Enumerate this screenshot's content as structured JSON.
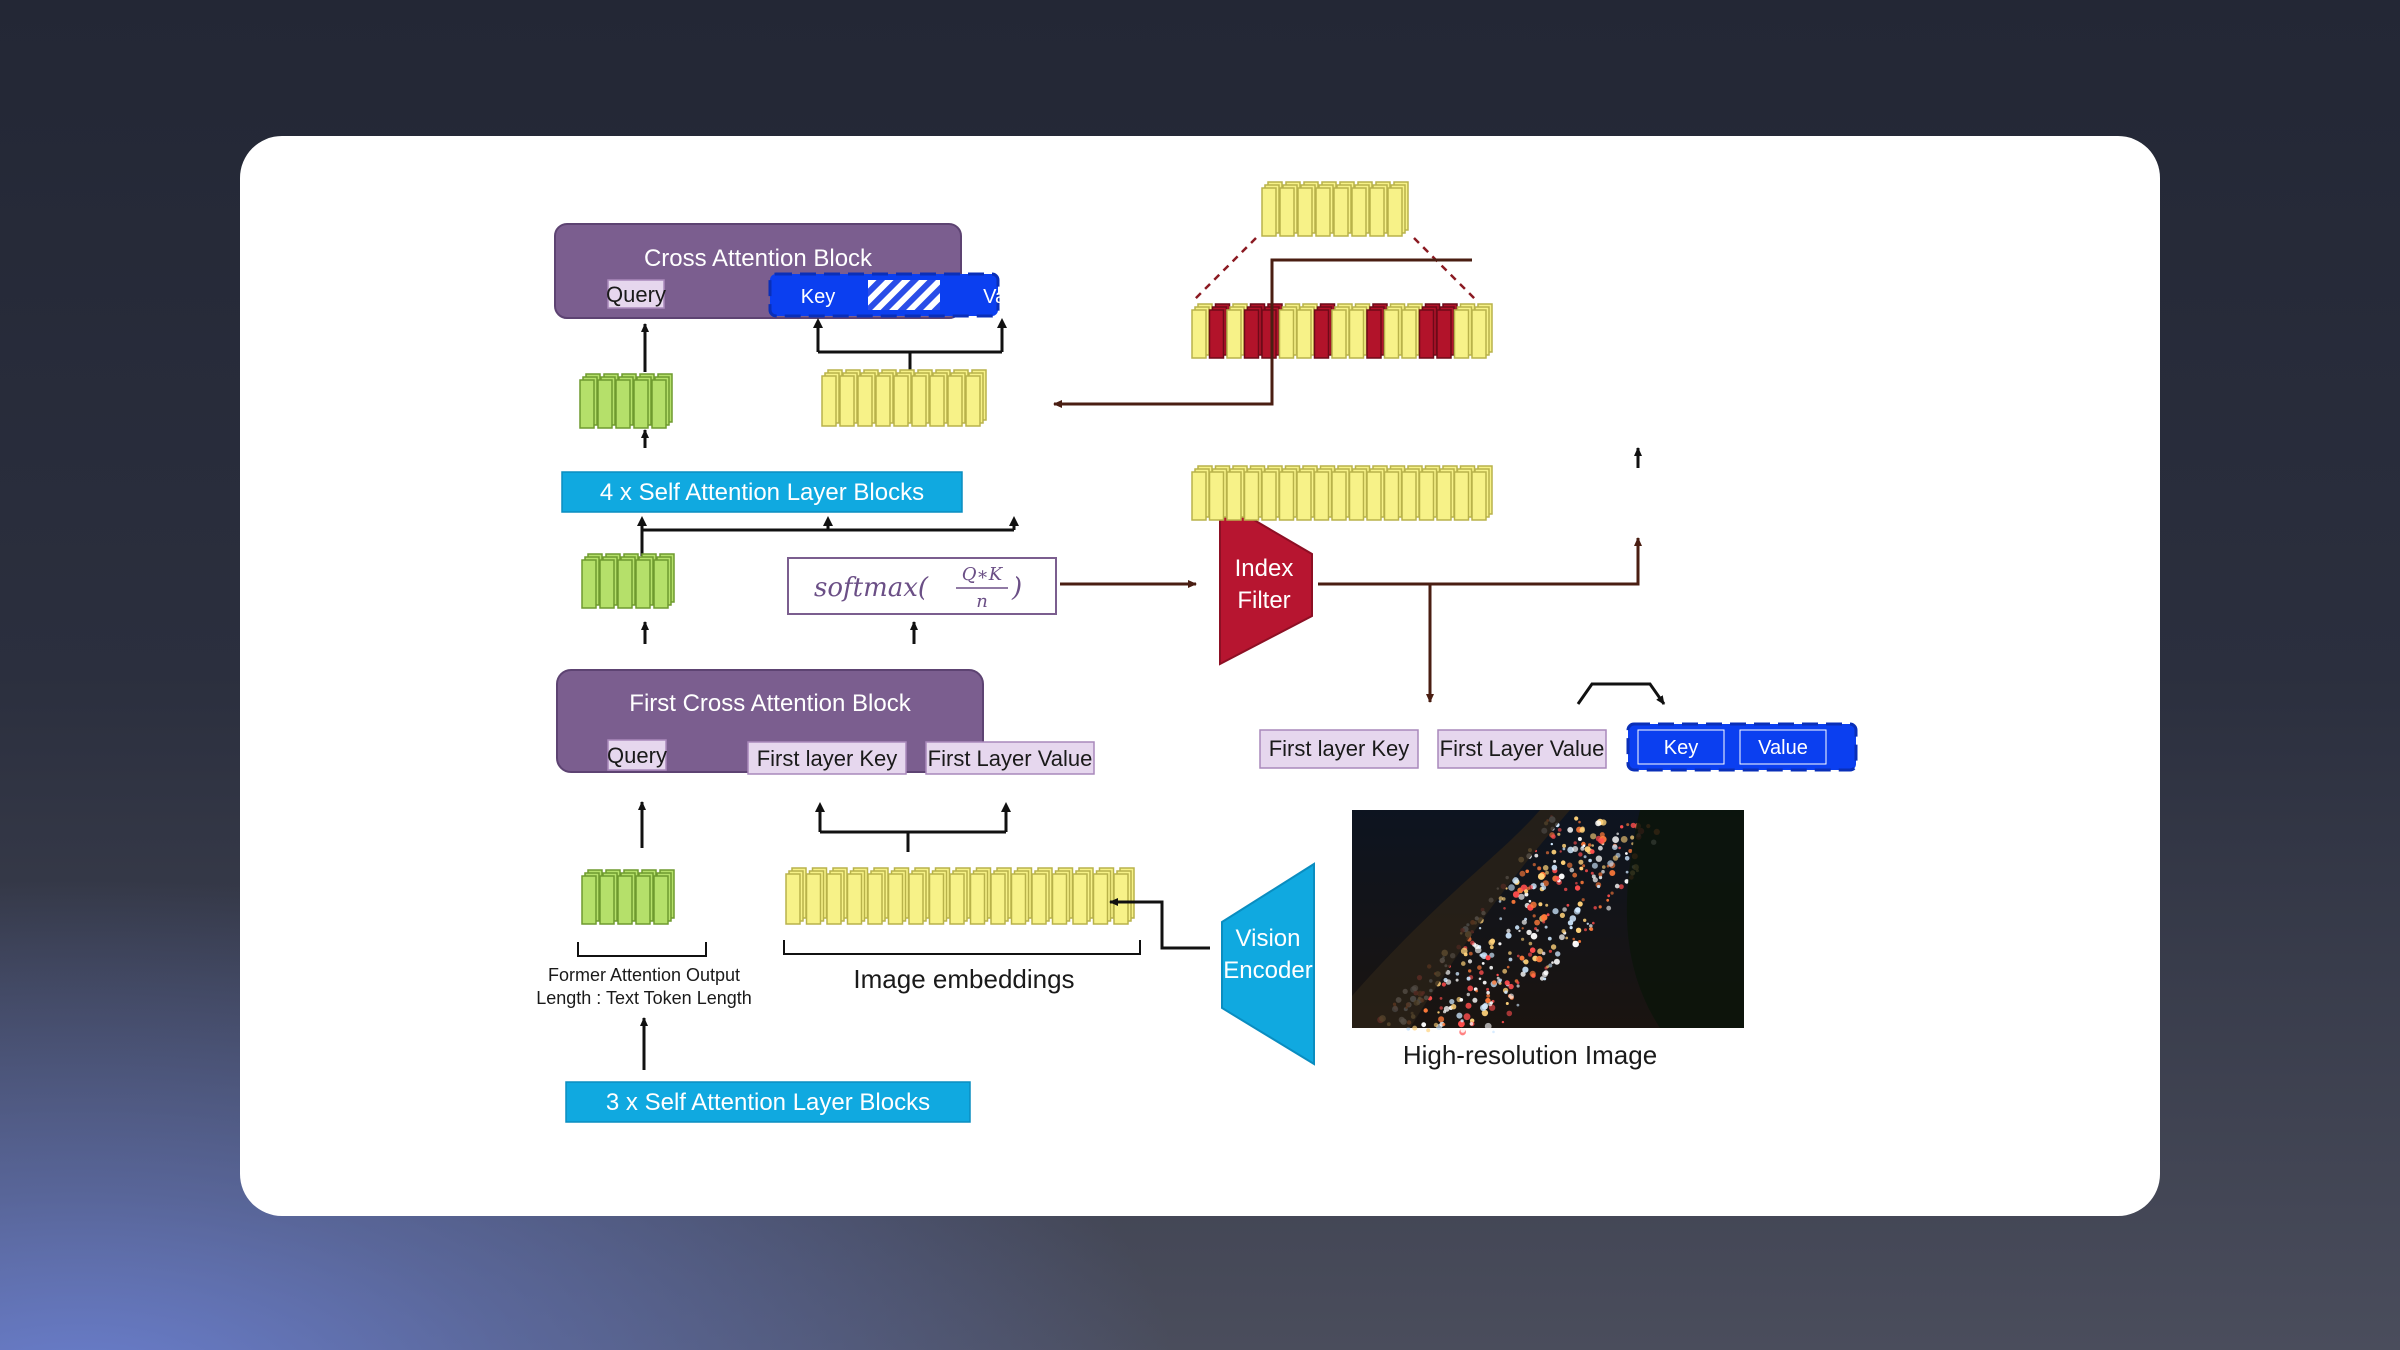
{
  "cross_attention_block": {
    "title": "Cross Attention Block",
    "query": "Query",
    "key": "Key",
    "value": "Value"
  },
  "self_attention_4": "4 x Self Attention Layer Blocks",
  "softmax": {
    "fn": "softmax(",
    "numerator": "Q∗K",
    "denominator": "n",
    "close": ")"
  },
  "index_filter": {
    "line1": "Index",
    "line2": "Filter"
  },
  "first_cross_attention_block": {
    "title": "First Cross Attention Block",
    "query": "Query",
    "key": "First layer Key",
    "value": "First Layer Value"
  },
  "former_output": {
    "line1": "Former Attention Output",
    "line2": "Length : Text Token Length"
  },
  "image_embeddings": "Image embeddings",
  "vision_encoder": {
    "line1": "Vision",
    "line2": "Encoder"
  },
  "self_attention_3": "3 x Self Attention Layer Blocks",
  "right_kv": {
    "first_key": "First layer Key",
    "first_value": "First Layer Value",
    "key": "Key",
    "value": "Value"
  },
  "image_caption": "High-resolution Image",
  "colors": {
    "purple": "#7b5e8f",
    "green_token": "#b5e06a",
    "yellow_token": "#f7f288",
    "red_token": "#b2132a",
    "cyan": "#10a9e0",
    "blue_kv": "#0b3ff0",
    "index_filter": "#b71530"
  }
}
